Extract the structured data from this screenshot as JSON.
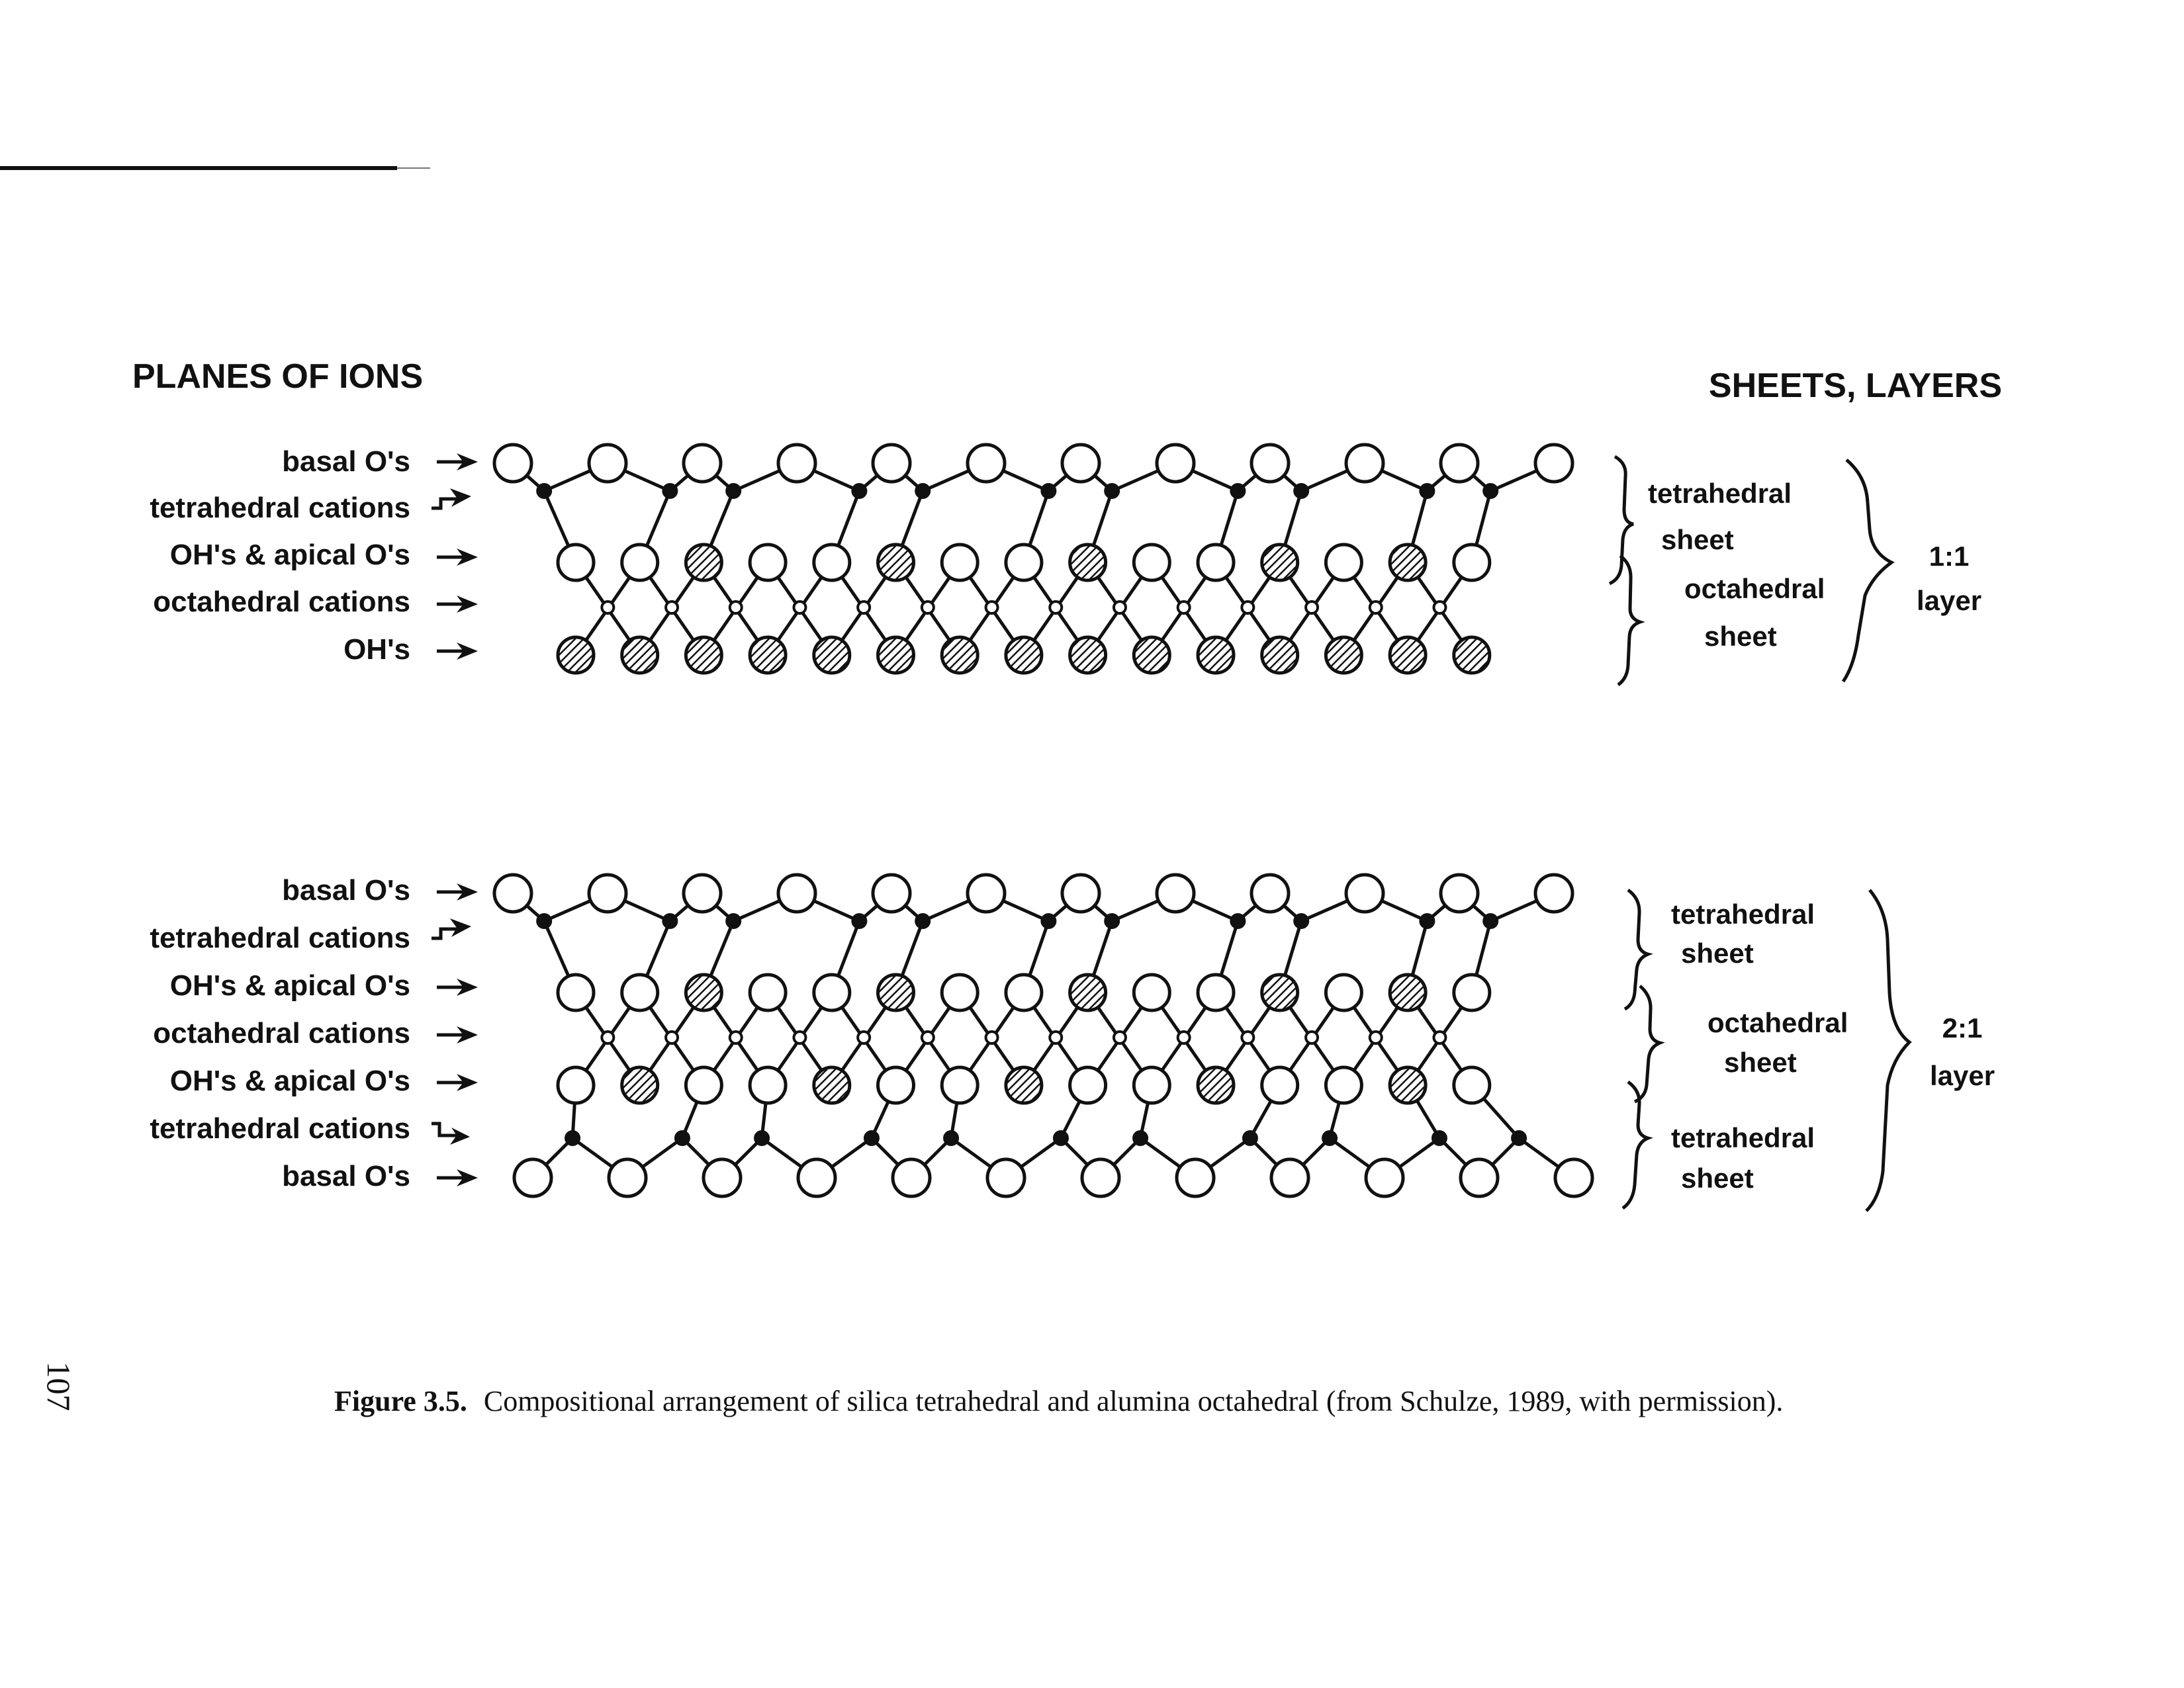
{
  "rule_line": "top-rule",
  "panel_top": {
    "heading_left": "PLANES OF IONS",
    "heading_right": "SHEETS, LAYERS",
    "planes": [
      "basal O's",
      "tetrahedral cations",
      "OH's & apical O's",
      "octahedral cations",
      "OH's"
    ],
    "sheets": [
      {
        "line1": "tetrahedral",
        "line2": "sheet"
      },
      {
        "line1": "octahedral",
        "line2": "sheet"
      }
    ],
    "layer": {
      "line1": "1:1",
      "line2": "layer"
    }
  },
  "panel_bottom": {
    "planes": [
      "basal O's",
      "tetrahedral cations",
      "OH's & apical O's",
      "octahedral cations",
      "OH's & apical O's",
      "tetrahedral cations",
      "basal O's"
    ],
    "sheets": [
      {
        "line1": "tetrahedral",
        "line2": "sheet"
      },
      {
        "line1": "octahedral",
        "line2": "sheet"
      },
      {
        "line1": "tetrahedral",
        "line2": "sheet"
      }
    ],
    "layer": {
      "line1": "2:1",
      "line2": "layer"
    }
  },
  "page_number": "107",
  "caption": {
    "label": "Figure 3.5.",
    "text": "Compositional arrangement of silica tetrahedral and alumina octahedral (from Schulze, 1989, with permission)."
  },
  "legend_icons": {
    "open_circle": "oxygen-ion-icon",
    "hatched_circle": "hydroxyl-ion-icon",
    "black_dot": "tetrahedral-cation-icon",
    "small_open_dot": "octahedral-cation-icon"
  }
}
